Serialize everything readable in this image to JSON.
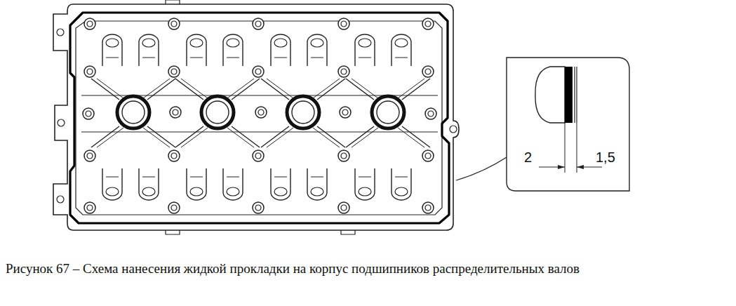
{
  "diagram": {
    "caption": "Рисунок 67 – Схема нанесения жидкой прокладки на корпус подшипников распределительных валов",
    "labels": [
      "2",
      "1,5"
    ]
  }
}
